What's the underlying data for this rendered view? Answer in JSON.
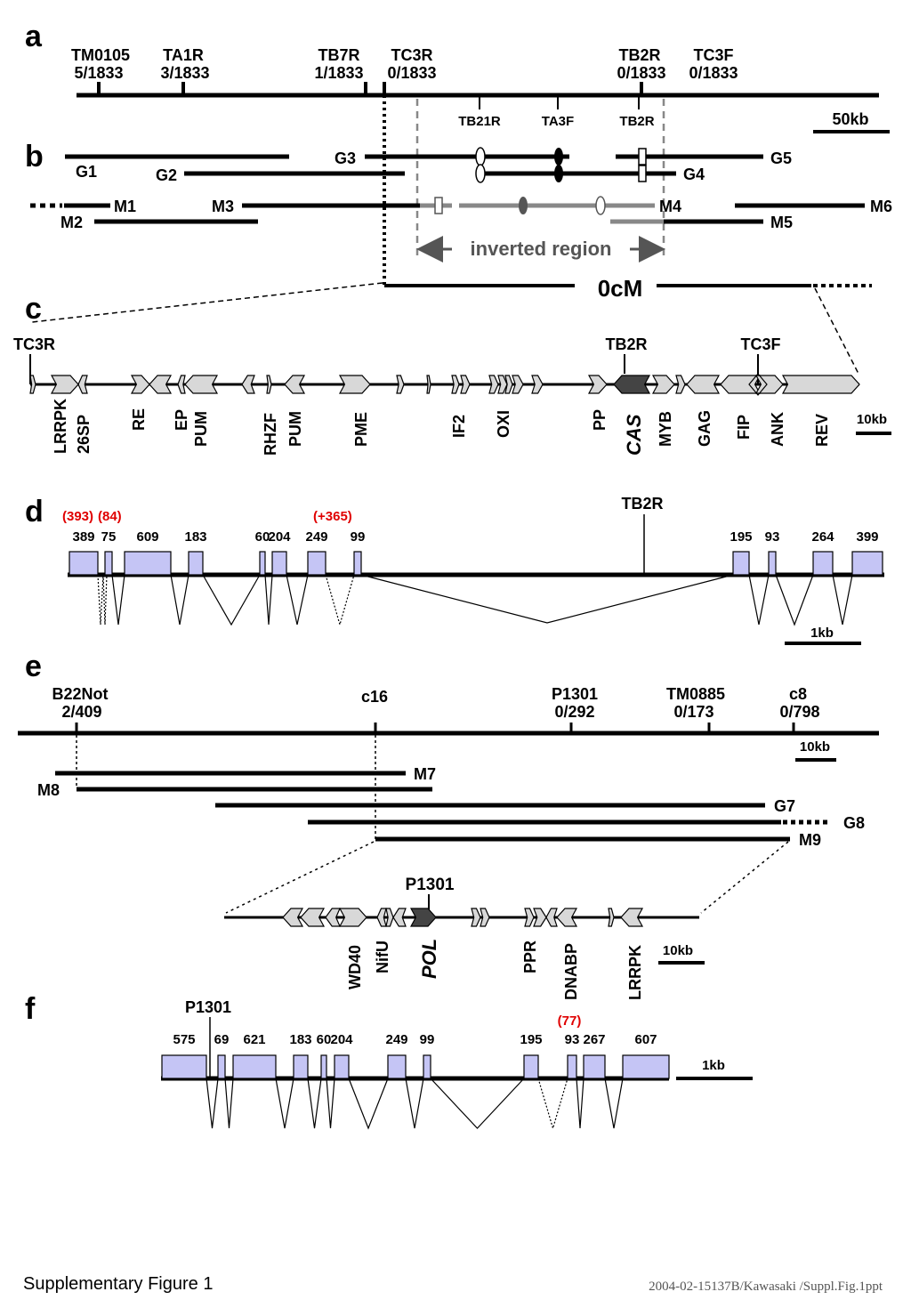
{
  "panels": {
    "a": "a",
    "b": "b",
    "c": "c",
    "d": "d",
    "e": "e",
    "f": "f"
  },
  "panel_a": {
    "markers": [
      {
        "name": "TM0105",
        "ratio": "5/1833"
      },
      {
        "name": "TA1R",
        "ratio": "3/1833"
      },
      {
        "name": "TB7R",
        "ratio": "1/1833"
      },
      {
        "name": "TC3R",
        "ratio": "0/1833"
      },
      {
        "name": "TB2R",
        "ratio": "0/1833"
      },
      {
        "name": "TC3F",
        "ratio": "0/1833"
      }
    ],
    "sub_markers": [
      "TB21R",
      "TA3F",
      "TB2R"
    ],
    "scale": "50kb"
  },
  "panel_b": {
    "clones": [
      "G1",
      "G2",
      "G3",
      "G4",
      "G5",
      "M1",
      "M2",
      "M3",
      "M4",
      "M5",
      "M6"
    ],
    "inverted_region": "inverted region",
    "cm_label": "0cM"
  },
  "panel_c": {
    "markers": [
      "TC3R",
      "TB2R",
      "TC3F"
    ],
    "genes": [
      "LRRPK",
      "26SP",
      "RE",
      "EP",
      "PUM",
      "RHZF",
      "PUM",
      "PME",
      "IF2",
      "OXI",
      "PP",
      "CAS",
      "MYB",
      "GAG",
      "FIP",
      "ANK",
      "REV"
    ],
    "scale": "10kb"
  },
  "panel_d": {
    "red_labels": [
      "(393)",
      "(84)",
      "(+365)"
    ],
    "exons": [
      "389",
      "75",
      "609",
      "183",
      "60",
      "204",
      "249",
      "99",
      "195",
      "93",
      "264",
      "399"
    ],
    "marker": "TB2R",
    "scale": "1kb"
  },
  "panel_e": {
    "markers": [
      {
        "name": "B22Not",
        "ratio": "2/409"
      },
      {
        "name": "c16",
        "ratio": ""
      },
      {
        "name": "P1301",
        "ratio": "0/292"
      },
      {
        "name": "TM0885",
        "ratio": "0/173"
      },
      {
        "name": "c8",
        "ratio": "0/798"
      }
    ],
    "clones": [
      "M7",
      "M8",
      "G7",
      "G8",
      "M9"
    ],
    "scale_top": "10kb",
    "zoom_marker": "P1301",
    "genes": [
      "WD40",
      "NifU",
      "POL",
      "PPR",
      "DNABP",
      "LRRPK"
    ],
    "scale_zoom": "10kb"
  },
  "panel_f": {
    "marker": "P1301",
    "red_label": "(77)",
    "exons": [
      "575",
      "69",
      "621",
      "183",
      "60",
      "204",
      "249",
      "99",
      "195",
      "93",
      "267",
      "607"
    ],
    "scale": "1kb"
  },
  "footer": {
    "caption": "Supplementary Figure 1",
    "file_ref": "2004-02-15137B/Kawasaki   /Suppl.Fig.1ppt"
  },
  "colors": {
    "exon_fill": "#c5c5f5",
    "gene_fill": "#d8d8d8",
    "highlight_gene": "#444444",
    "red_text": "#e00000",
    "inverted_gray": "#888888"
  }
}
